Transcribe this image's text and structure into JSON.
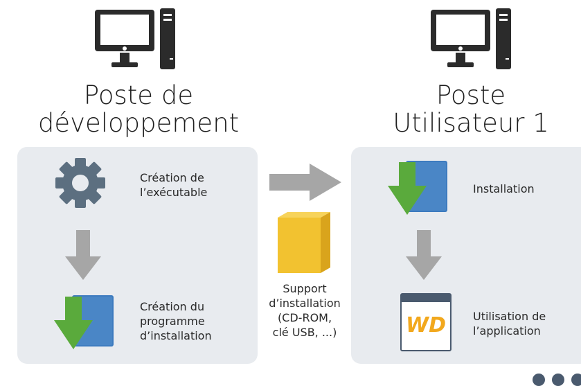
{
  "left_station": {
    "title_line1": "Poste de",
    "title_line2": "développement",
    "steps": [
      {
        "label_line1": "Création de",
        "label_line2": "l’exécutable",
        "icon": "gear-icon"
      },
      {
        "label_line1": "Création du",
        "label_line2": "programme",
        "label_line3": "d’installation",
        "icon": "installer-icon"
      }
    ]
  },
  "right_station": {
    "title_line1": "Poste",
    "title_line2": "Utilisateur 1",
    "steps": [
      {
        "label_line1": "Installation",
        "icon": "installer-icon"
      },
      {
        "label_line1": "Utilisation de",
        "label_line2": "l’application",
        "icon": "wd-app-icon"
      }
    ]
  },
  "middle": {
    "support_line1": "Support",
    "support_line2": "d’installation",
    "support_line3": "(CD-ROM,",
    "support_line4": "clé USB, ...)",
    "icon": "support-box-icon"
  },
  "app_logo_text": "WD",
  "colors": {
    "panel_bg": "#e8ebef",
    "computer": "#2b2b2b",
    "gear": "#5c6f80",
    "arrow_gray": "#a6a6a6",
    "doc_blue": "#3d7bbf",
    "download_green": "#5aaa3c",
    "box_yellow": "#f2c230",
    "pager_dot": "#4a5a6e"
  }
}
